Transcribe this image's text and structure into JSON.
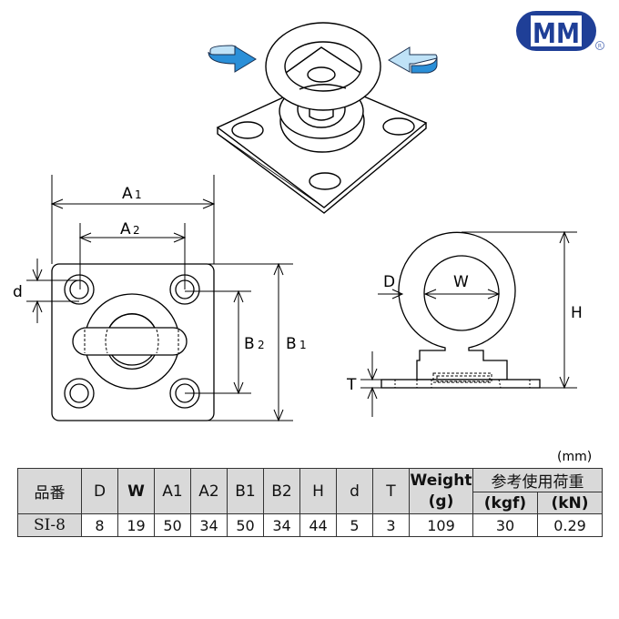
{
  "logo": {
    "text": "MM",
    "registered": "®",
    "color": "#1f3f97"
  },
  "drawing": {
    "rotation_arrow_color": "#2a8fd8",
    "rotation_arrow_light": "#bfe2f7",
    "plan_view_labels": {
      "A1": "A",
      "A1_sub": "1",
      "A2": "A",
      "A2_sub": "2",
      "B1": "B",
      "B1_sub": "1",
      "B2": "B",
      "B2_sub": "2",
      "d": "d"
    },
    "side_view_labels": {
      "D": "D",
      "W": "W",
      "H": "H",
      "T": "T"
    }
  },
  "table": {
    "unit": "(mm)",
    "headers": {
      "part_no": "品番",
      "cols": [
        "D",
        "W",
        "A1",
        "A2",
        "B1",
        "B2",
        "H",
        "d",
        "T"
      ],
      "weight": "Weight",
      "weight_unit": "(g)",
      "load_group": "参考使用荷重",
      "load_kgf": "(kgf)",
      "load_kn": "(kN)"
    },
    "rows": [
      {
        "part_no": "SI-8",
        "values": [
          "8",
          "19",
          "50",
          "34",
          "50",
          "34",
          "44",
          "5",
          "3"
        ],
        "weight": "109",
        "kgf": "30",
        "kn": "0.29"
      }
    ]
  }
}
